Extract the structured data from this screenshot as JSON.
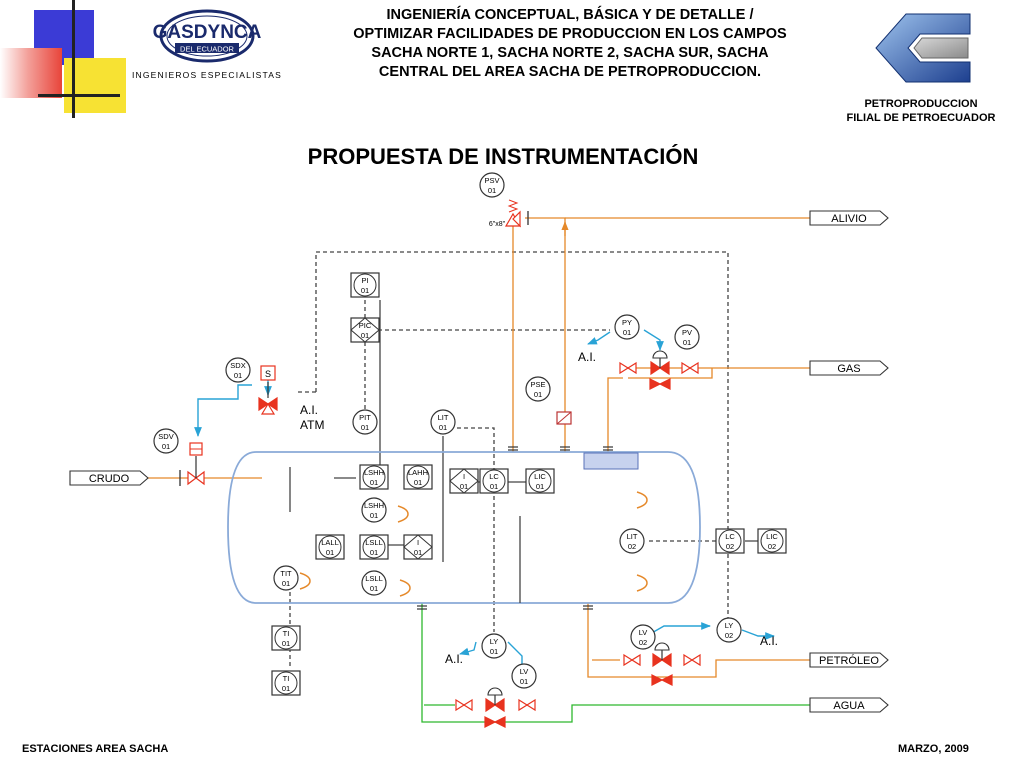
{
  "header": {
    "title_lines": [
      "INGENIERÍA CONCEPTUAL, BÁSICA Y DE DETALLE /",
      "OPTIMIZAR FACILIDADES DE PRODUCCION EN LOS CAMPOS",
      "SACHA NORTE 1, SACHA NORTE 2, SACHA SUR, SACHA",
      "CENTRAL DEL AREA SACHA DE PETROPRODUCCION."
    ],
    "logo_left": {
      "name": "GASDYNCA",
      "sub": "DEL ECUADOR",
      "tagline": "INGENIEROS ESPECIALISTAS"
    },
    "org_line1": "PETROPRODUCCION",
    "org_line2": "FILIAL DE PETROECUADOR"
  },
  "title": "PROPUESTA DE INSTRUMENTACIÓN",
  "footer": {
    "left": "ESTACIONES AREA SACHA",
    "right": "MARZO,  2009"
  },
  "colors": {
    "vessel": "#8aaad8",
    "oil": "#e5892a",
    "water": "#2eb82e",
    "signal": "#29a3d6",
    "valve_red": "#e8331f",
    "deco_red": "#e8443a",
    "deco_yellow": "#f7e233",
    "deco_blue": "#3b3bd6"
  },
  "streams": {
    "relief": "ALIVIO",
    "gas": "GAS",
    "crude": "CRUDO",
    "oil": "PETRÓLEO",
    "water": "AGUA"
  },
  "notes": {
    "ai": "A.I.",
    "atm": "ATM",
    "psv_size": "6\"x8\""
  },
  "instruments": {
    "psv01": [
      "PSV",
      "01"
    ],
    "pi01": [
      "PI",
      "01"
    ],
    "pic01": [
      "PIC",
      "01"
    ],
    "py01": [
      "PY",
      "01"
    ],
    "pv01": [
      "PV",
      "01"
    ],
    "sdx01": [
      "SDX",
      "01"
    ],
    "solenoid": "S",
    "sdv01": [
      "SDV",
      "01"
    ],
    "pse01": [
      "PSE",
      "01"
    ],
    "pit01": [
      "PIT",
      "01"
    ],
    "lit01": [
      "LIT",
      "01"
    ],
    "lshh": [
      "LSHH",
      "01"
    ],
    "lahh": [
      "LAHH",
      "01"
    ],
    "lshh2": [
      "LSHH",
      "01"
    ],
    "i_a": [
      "I",
      "01"
    ],
    "lc01": [
      "LC",
      "01"
    ],
    "lic01": [
      "LIC",
      "01"
    ],
    "lall": [
      "LALL",
      "01"
    ],
    "lsll_a": [
      "LSLL",
      "01"
    ],
    "i_b": [
      "I",
      "01"
    ],
    "lsll_b": [
      "LSLL",
      "01"
    ],
    "tit01": [
      "TIT",
      "01"
    ],
    "ti01a": [
      "TI",
      "01"
    ],
    "ti01b": [
      "TI",
      "01"
    ],
    "lit02": [
      "LIT",
      "02"
    ],
    "lc02": [
      "LC",
      "02"
    ],
    "lic02": [
      "LIC",
      "02"
    ],
    "lv02": [
      "LV",
      "02"
    ],
    "ly02": [
      "LY",
      "02"
    ],
    "ly01": [
      "LY",
      "01"
    ],
    "lv01": [
      "LV",
      "01"
    ]
  }
}
